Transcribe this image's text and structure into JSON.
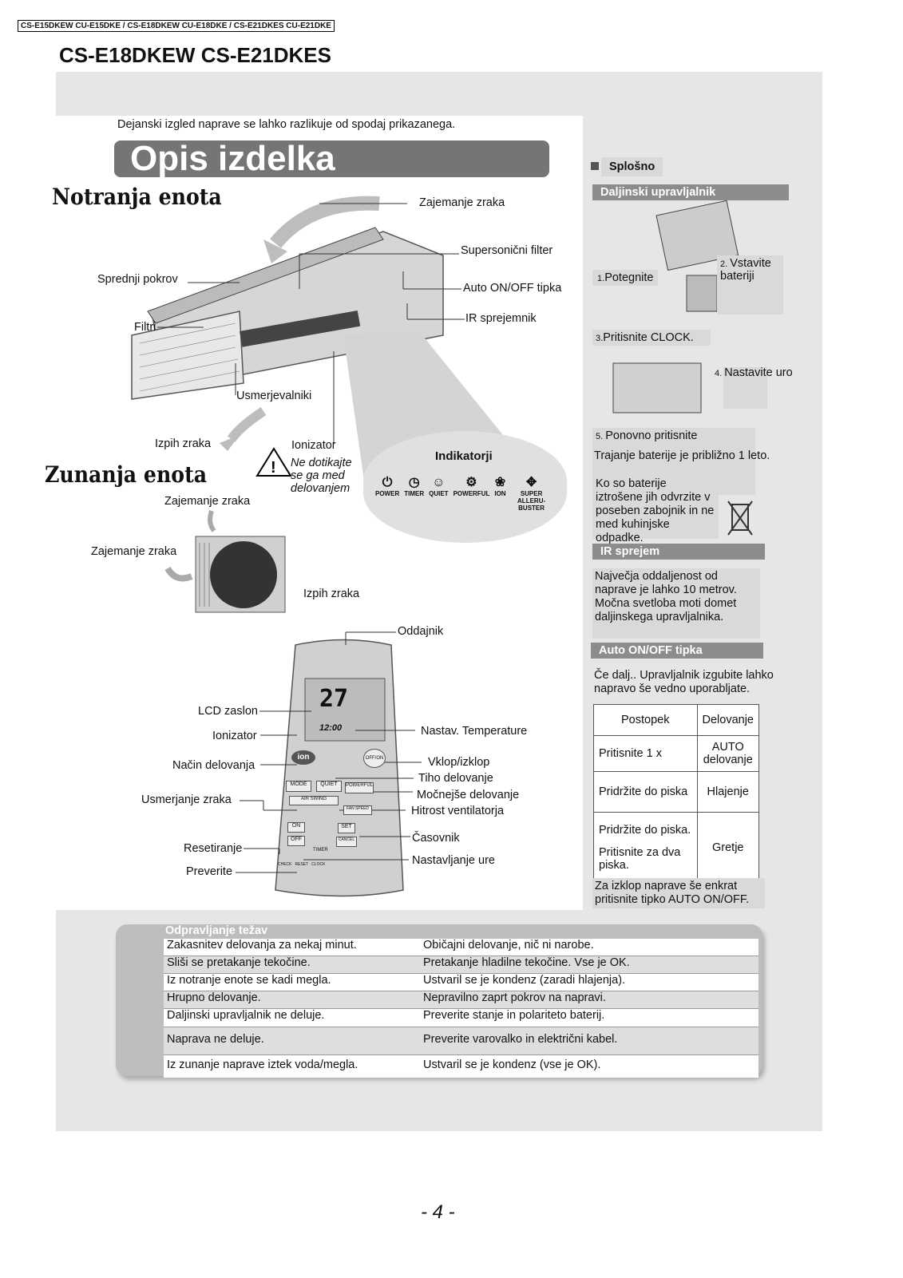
{
  "header": {
    "models_box": "CS-E15DKEW CU-E15DKE / CS-E18DKEW CU-E18DKE / CS-E21DKES CU-E21DKE",
    "model_title": "CS-E18DKEW CS-E21DKES"
  },
  "intro_note": "Dejanski izgled naprave se lahko razlikuje od spodaj prikazanega.",
  "title": "Opis izdelka",
  "indoor": {
    "heading": "Notranja enota",
    "labels": {
      "air_intake": "Zajemanje zraka",
      "filter_supersonic": "Supersonični filter",
      "front_cover": "Sprednji pokrov",
      "auto_switch": "Auto ON/OFF tipka",
      "ir_receiver": "IR sprejemnik",
      "filters": "Filtri",
      "louvers": "Usmerjevalniki",
      "air_outlet": "Izpih zraka",
      "ionizer": "Ionizator",
      "warning": "Ne dotikajte se ga med delovanjem"
    }
  },
  "indicators": {
    "title": "Indikatorji",
    "items": [
      {
        "label": "POWER",
        "icon": "⏻"
      },
      {
        "label": "TIMER",
        "icon": "◷"
      },
      {
        "label": "QUIET",
        "icon": "☺"
      },
      {
        "label": "POWERFUL",
        "icon": "⚙"
      },
      {
        "label": "ION",
        "icon": "❀"
      },
      {
        "label": "SUPER ALLERU-BUSTER",
        "icon": "✥"
      }
    ]
  },
  "outdoor": {
    "heading": "Zunanja enota",
    "intake_top": "Zajemanje zraka",
    "intake_side": "Zajemanje zraka",
    "outlet": "Izpih zraka"
  },
  "remote": {
    "emitter": "Oddajnik",
    "lcd": "LCD zaslon",
    "ionizer": "Ionizator",
    "mode": "Način delovanja",
    "air_dir": "Usmerjanje zraka",
    "reset": "Resetiranje",
    "check": "Preverite",
    "temp": "Nastav. Temperature",
    "onoff": "Vklop/izklop",
    "quiet": "Tiho delovanje",
    "powerful": "Močnejše delovanje",
    "fan": "Hitrost ventilatorja",
    "clock": "Časovnik",
    "set_clock": "Nastavljanje ure",
    "lcd_temp": "27",
    "lcd_time": "12:00",
    "buttons": {
      "mode": "MODE",
      "quiet": "QUIET",
      "powerful": "POWERFUL",
      "airswing": "AIR SWING",
      "fanspeed": "FAN SPEED",
      "on": "ON",
      "off": "OFF",
      "set": "SET",
      "cancel": "CANCEL",
      "timer": "TIMER",
      "ion": "ion",
      "offon": "OFF/ON",
      "check": "CHECK",
      "reset": "RESET",
      "clockbtn": "CLOCK"
    }
  },
  "side": {
    "general": "Splošno",
    "remote_head": "Daljinski upravljalnik",
    "step1": "Potegnite",
    "step2": "Vstavite bateriji",
    "step3": "Pritisnite CLOCK.",
    "step4": "Nastavite uro",
    "step5": "Ponovno pritisnite",
    "battery_life": "Trajanje baterije je približno 1 leto.",
    "battery_dispose": "Ko so baterije iztrošene jih odvrzite v poseben zabojnik in ne med kuhinjske odpadke.",
    "ir_head": "IR sprejem",
    "ir_text": "Največja oddaljenost od naprave je lahko 10 metrov. Močna svetloba moti domet daljinskega upravljalnika.",
    "auto_head": "Auto ON/OFF tipka",
    "auto_text": "Če dalj.. Upravljalnik izgubite lahko napravo še vedno uporabljate.",
    "table_head": [
      "Postopek",
      "Delovanje"
    ],
    "table_rows": [
      [
        "Pritisnite 1 x",
        "AUTO delovanje"
      ],
      [
        "Pridržite do piska",
        "Hlajenje"
      ],
      [
        "Pridržite do piska.",
        "Gretje"
      ]
    ],
    "table_extra": "Pritisnite za dva piska.",
    "auto_off": "Za izklop naprave še enkrat pritisnite tipko AUTO ON/OFF."
  },
  "troubleshoot": {
    "head": "Odpravljanje težav",
    "rows": [
      [
        "Zakasnitev delovanja za nekaj minut.",
        "Običajni delovanje, nič ni narobe."
      ],
      [
        "Sliši se pretakanje tekočine.",
        "Pretakanje hladilne tekočine. Vse je OK."
      ],
      [
        "Iz notranje enote se kadi megla.",
        "Ustvaril se je kondenz (zaradi hlajenja)."
      ],
      [
        "Hrupno delovanje.",
        "Nepravilno zaprt pokrov na napravi."
      ],
      [
        "Daljinski upravljalnik ne deluje.",
        "Preverite stanje in polariteto baterij."
      ],
      [
        "Naprava ne deluje.",
        "Preverite varovalko in električni kabel."
      ],
      [
        "Iz zunanje naprave iztek voda/megla.",
        "Ustvaril se je kondenz (vse je OK)."
      ]
    ]
  },
  "page_number": "- 4 -",
  "colors": {
    "panel": "#e6e6e6",
    "title_bar": "#757575",
    "bar_head": "#8c8c8c"
  }
}
